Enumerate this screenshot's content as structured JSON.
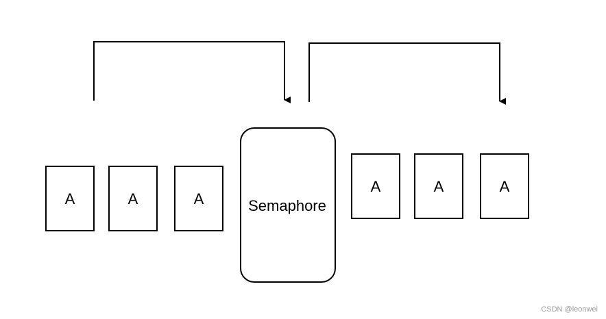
{
  "diagram": {
    "left_items": [
      "A",
      "A",
      "A"
    ],
    "center_label": "Semaphore",
    "right_items": [
      "A",
      "A",
      "A"
    ],
    "stroke_color": "#000000",
    "background_color": "#ffffff"
  },
  "watermark": "CSDN @leonwei"
}
